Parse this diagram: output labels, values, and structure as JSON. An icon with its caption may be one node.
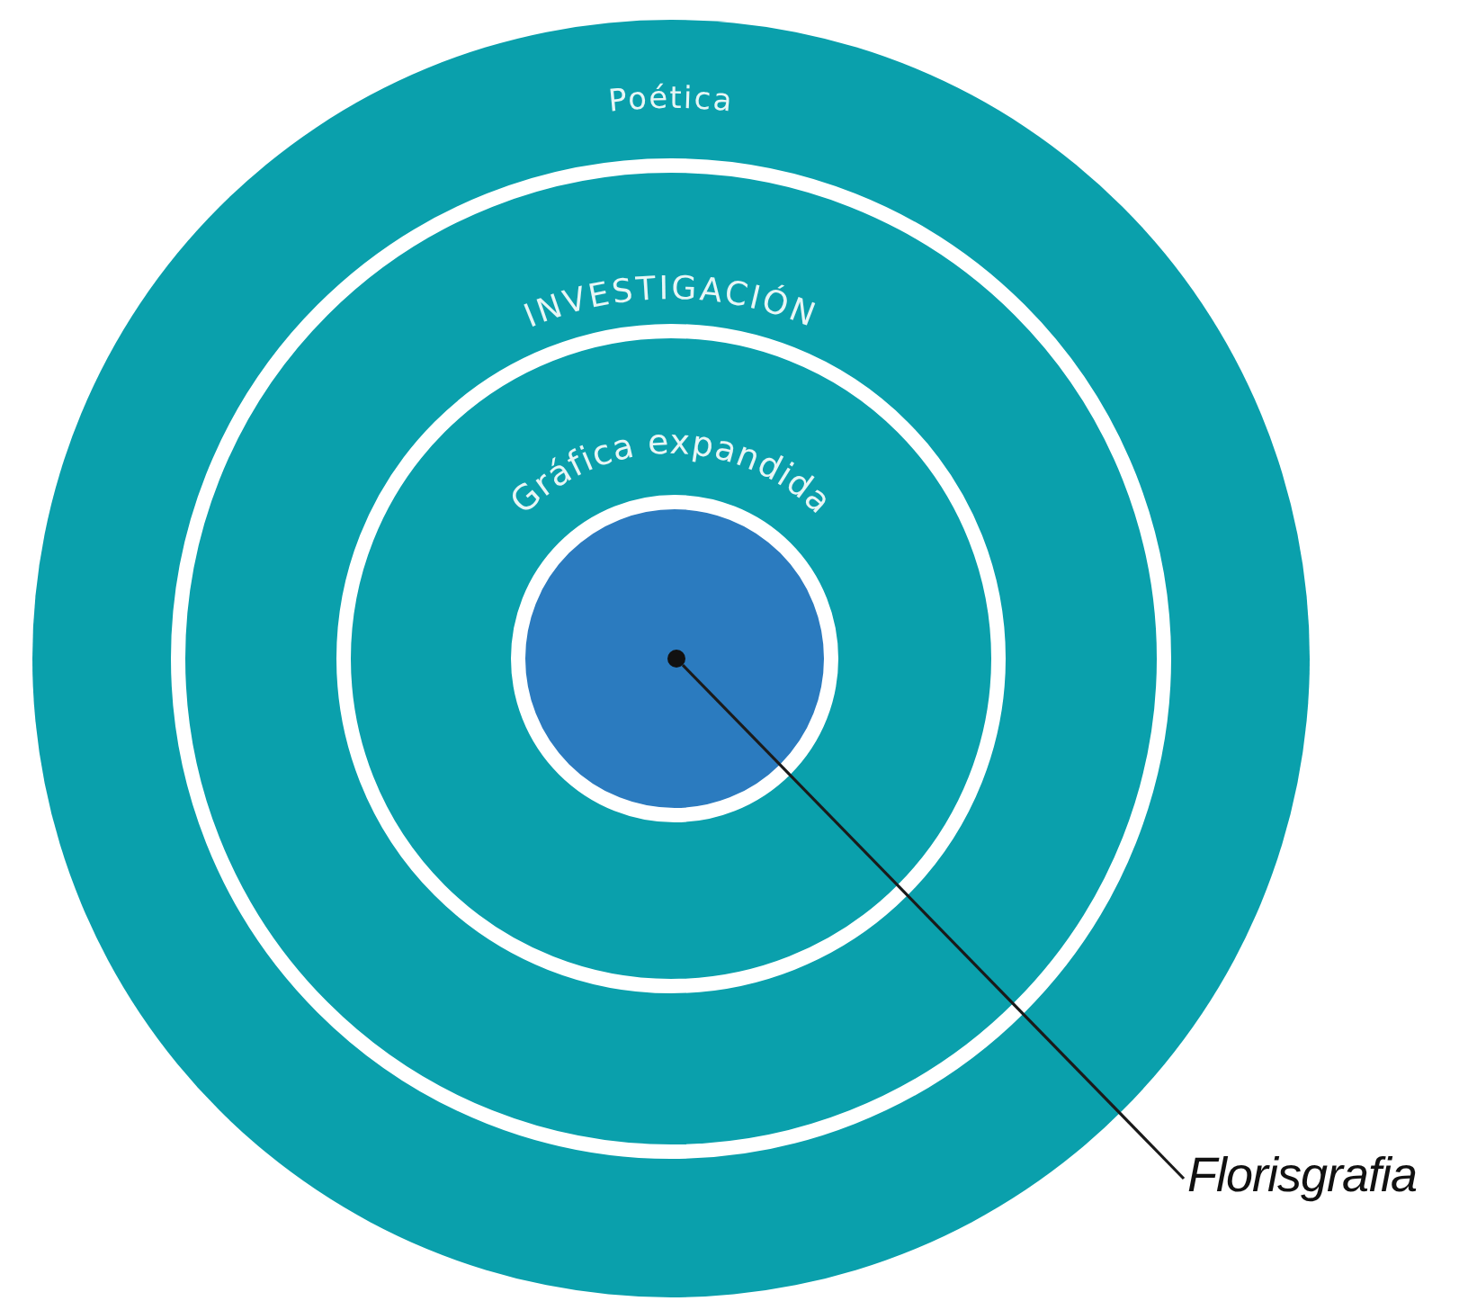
{
  "diagram": {
    "nodes": [
      {
        "text": [
          "Poética"
        ]
      },
      {
        "text": [
          "INVESTIGACIÓN"
        ],
        "in": 0
      },
      {
        "text": [
          "Gráfica expandida"
        ],
        "in": 1
      },
      {
        "text": [],
        "shape": "circle",
        "in": 2
      },
      {
        "text": [],
        "shape": "circle",
        "in": 3
      },
      {
        "text": [
          "Florisgrafia"
        ]
      }
    ],
    "edges": [
      {
        "from": 5,
        "to": 4,
        "arrow": "none"
      }
    ]
  }
}
